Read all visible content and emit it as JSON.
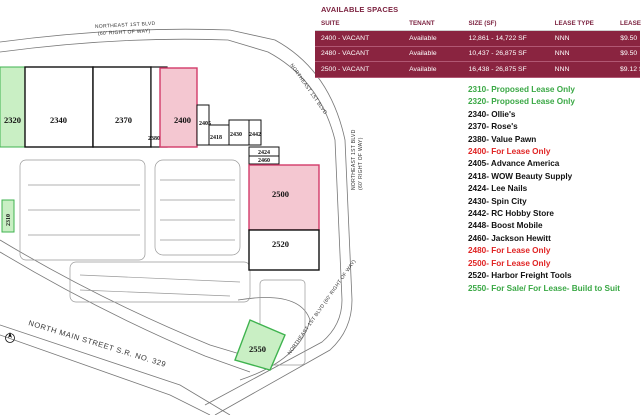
{
  "available_spaces": {
    "title": "AVAILABLE SPACES",
    "headers": [
      "SUITE",
      "TENANT",
      "SIZE (SF)",
      "LEASE TYPE",
      "LEASE"
    ],
    "rows": [
      {
        "suite": "2400 - VACANT",
        "tenant": "Available",
        "size": "12,861 - 14,722 SF",
        "type": "NNN",
        "rate": "$9.50"
      },
      {
        "suite": "2480 - VACANT",
        "tenant": "Available",
        "size": "10,437 - 26,875 SF",
        "type": "NNN",
        "rate": "$9.50"
      },
      {
        "suite": "2500 - VACANT",
        "tenant": "Available",
        "size": "16,438 - 26,875 SF",
        "type": "NNN",
        "rate": "$9.12 S"
      }
    ]
  },
  "legend": [
    {
      "text": "2310- Proposed Lease Only",
      "color": "#3aa845"
    },
    {
      "text": "2320- Proposed Lease Only",
      "color": "#3aa845"
    },
    {
      "text": "2340- Ollie's",
      "color": "#111111"
    },
    {
      "text": "2370- Rose's",
      "color": "#111111"
    },
    {
      "text": "2380- Value Pawn",
      "color": "#111111"
    },
    {
      "text": "2400- For Lease Only",
      "color": "#e02424"
    },
    {
      "text": "2405- Advance America",
      "color": "#111111"
    },
    {
      "text": "2418- WOW Beauty Supply",
      "color": "#111111"
    },
    {
      "text": "2424- Lee Nails",
      "color": "#111111"
    },
    {
      "text": "2430- Spin City",
      "color": "#111111"
    },
    {
      "text": "2442- RC Hobby Store",
      "color": "#111111"
    },
    {
      "text": "2448- Boost Mobile",
      "color": "#111111"
    },
    {
      "text": "2460- Jackson Hewitt",
      "color": "#111111"
    },
    {
      "text": "2480- For Lease Only",
      "color": "#e02424"
    },
    {
      "text": "2500- For Lease Only",
      "color": "#e02424"
    },
    {
      "text": "2520- Harbor Freight Tools",
      "color": "#111111"
    },
    {
      "text": "2550- For Sale/ For Lease- Build to Suit",
      "color": "#3aa845"
    }
  ],
  "map": {
    "units": {
      "u2320": "2320",
      "u2340": "2340",
      "u2370": "2370",
      "u2380": "2380",
      "u2400": "2400",
      "u2405": "2405",
      "u2418": "2418",
      "u2430": "2430",
      "u2442": "2442",
      "u2424": "2424",
      "u2460": "2460",
      "u2500": "2500",
      "u2520": "2520",
      "u2310": "2310",
      "u2550": "2550"
    },
    "roads": {
      "ne_blvd_top": "NORTHEAST 1ST BLVD",
      "ne_blvd_top_sub": "(60' RIGHT OF WAY)",
      "ne_blvd_right": "NORTHEAST 1ST BLVD",
      "ne_blvd_right_sub": "(60' RIGHT OF WAY)",
      "north_main": "NORTH MAIN STREET S.R. NO. 329",
      "ne_bottom": "NORTHEAST 1ST BLVD (60' RIGHT OF WAY)"
    },
    "colors": {
      "vacant_fill": "#f4c7d1",
      "vacant_stroke": "#d23b6a",
      "green_fill": "#c9efc4",
      "green_stroke": "#3fb34f"
    }
  }
}
